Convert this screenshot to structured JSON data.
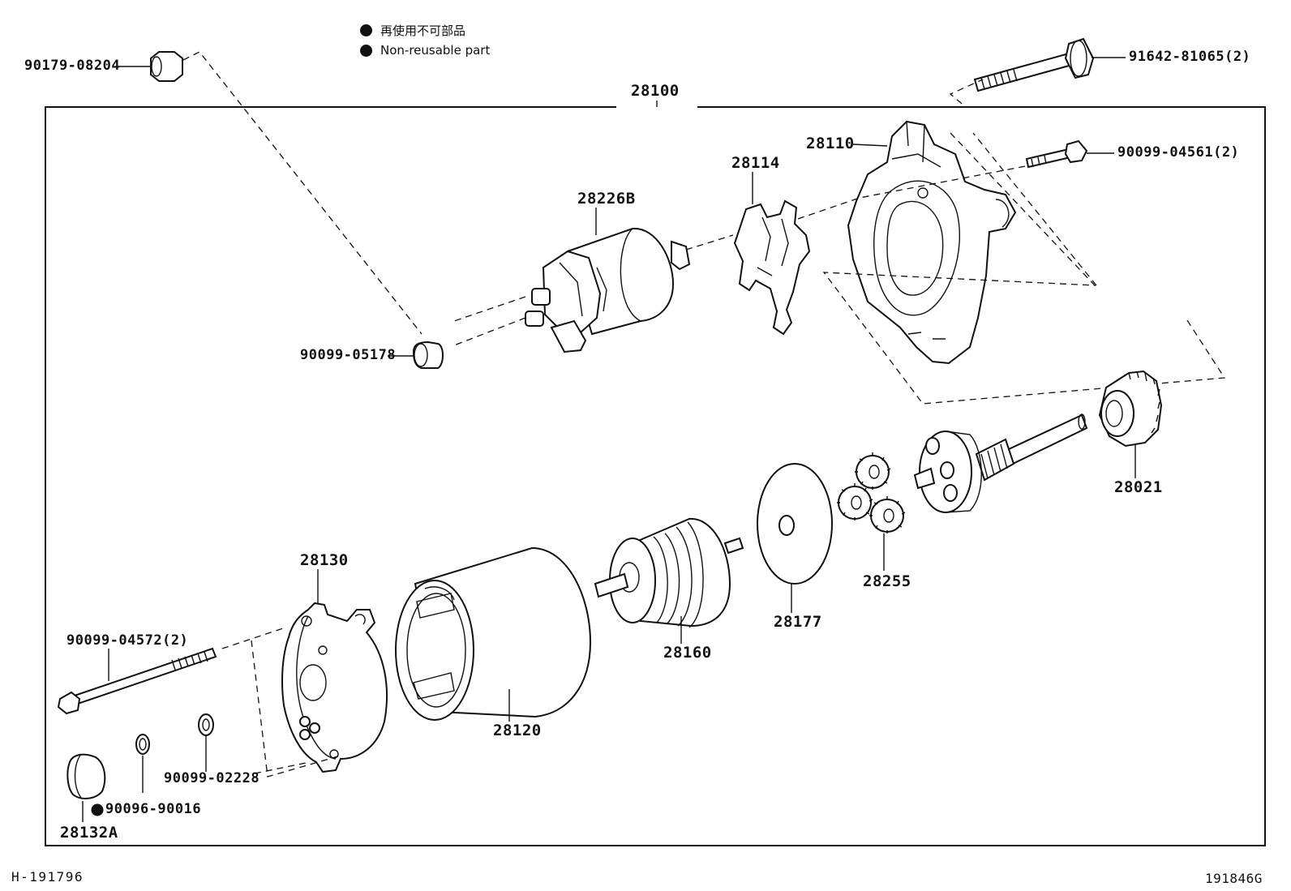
{
  "legend": [
    {
      "text": "再使用不可部品"
    },
    {
      "text": "Non-reusable part"
    }
  ],
  "assembly_label": "28100",
  "parts": [
    {
      "id": "90179-08204",
      "label": "90179-08204"
    },
    {
      "id": "91642-81065",
      "label": "91642-81065(2)"
    },
    {
      "id": "28110",
      "label": "28110"
    },
    {
      "id": "90099-04561",
      "label": "90099-04561(2)"
    },
    {
      "id": "28114",
      "label": "28114"
    },
    {
      "id": "28226B",
      "label": "28226B"
    },
    {
      "id": "90099-05178",
      "label": "90099-05178"
    },
    {
      "id": "28021",
      "label": "28021"
    },
    {
      "id": "28255",
      "label": "28255"
    },
    {
      "id": "28177",
      "label": "28177"
    },
    {
      "id": "28160",
      "label": "28160"
    },
    {
      "id": "28130",
      "label": "28130"
    },
    {
      "id": "90099-04572",
      "label": "90099-04572(2)"
    },
    {
      "id": "28120",
      "label": "28120"
    },
    {
      "id": "90099-02228",
      "label": "90099-02228"
    },
    {
      "id": "90096-90016",
      "label": "90096-90016"
    },
    {
      "id": "28132A",
      "label": "28132A"
    }
  ],
  "footer": {
    "left_code": "H-191796",
    "right_code": "191846G"
  }
}
